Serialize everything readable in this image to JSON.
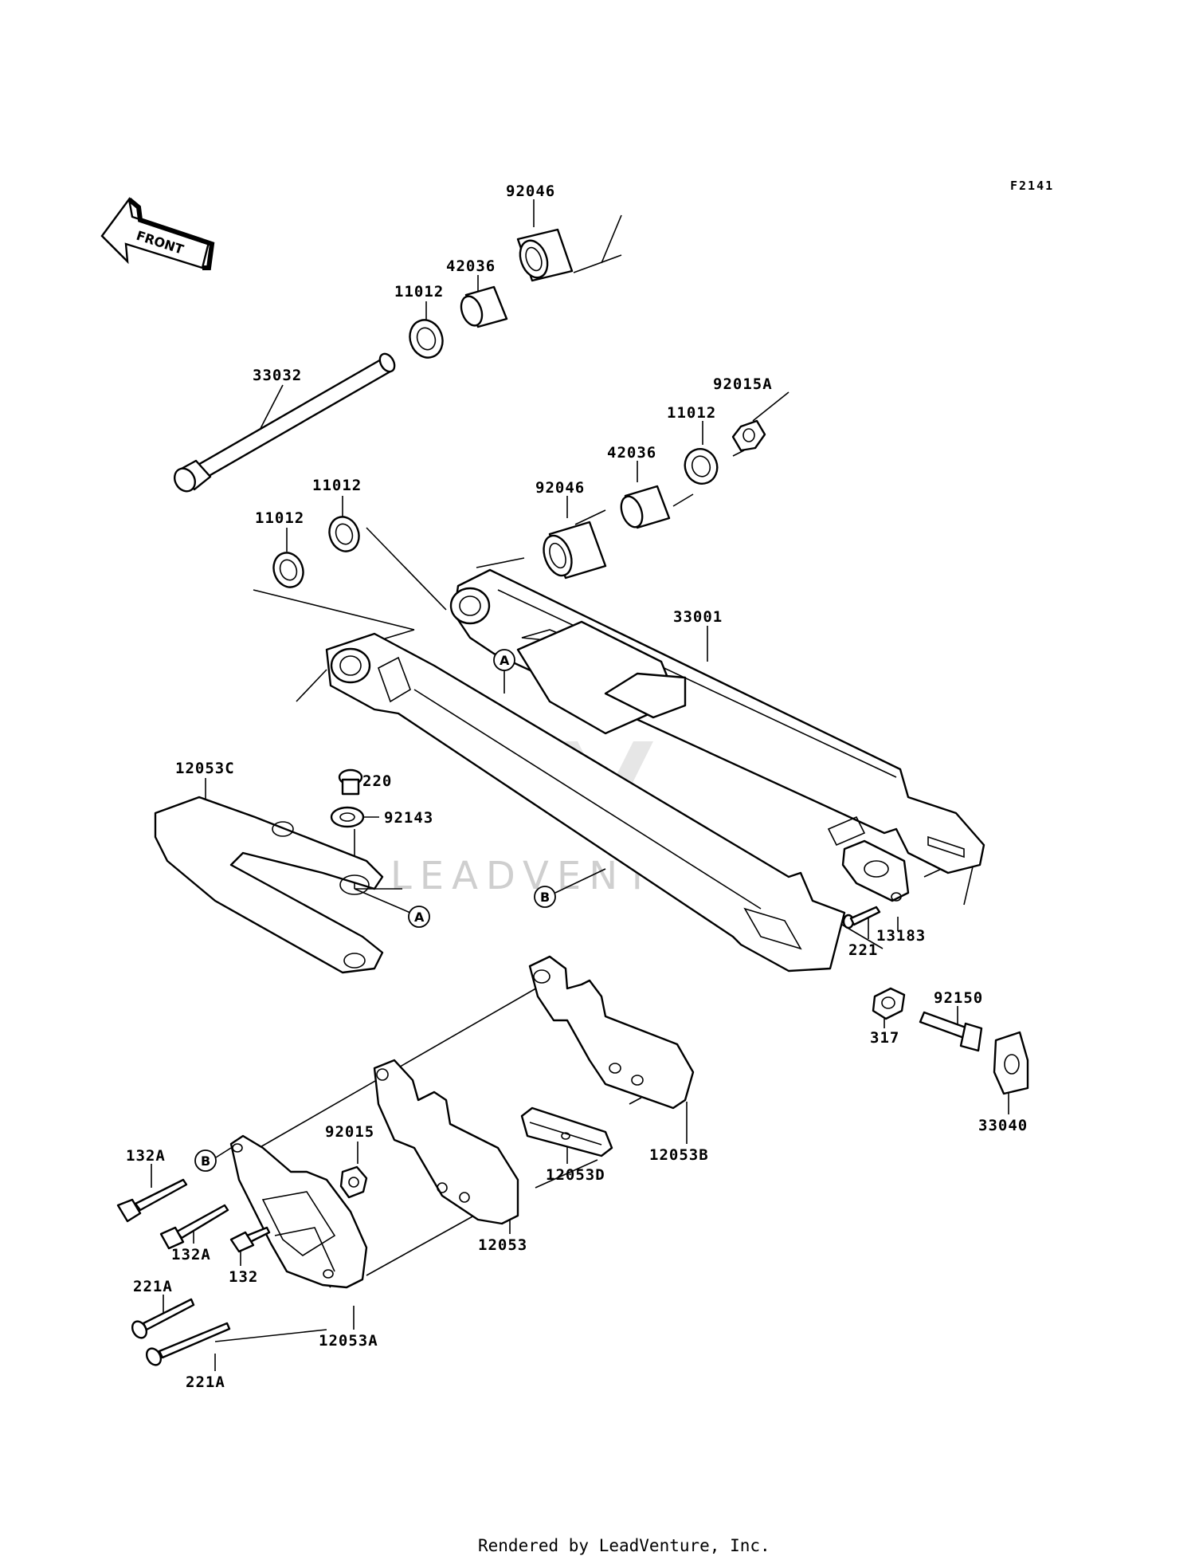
{
  "figure_code": "F2141",
  "front_arrow_label": "FRONT",
  "watermark_text": "LEADVENTURE",
  "footer": "Rendered by LeadVenture, Inc.",
  "parts": [
    {
      "id": "p92046a",
      "label": "92046"
    },
    {
      "id": "p42036a",
      "label": "42036"
    },
    {
      "id": "p11012a",
      "label": "11012"
    },
    {
      "id": "p33032",
      "label": "33032"
    },
    {
      "id": "p92015A",
      "label": "92015A"
    },
    {
      "id": "p11012b",
      "label": "11012"
    },
    {
      "id": "p42036b",
      "label": "42036"
    },
    {
      "id": "p92046b",
      "label": "92046"
    },
    {
      "id": "p11012c",
      "label": "11012"
    },
    {
      "id": "p11012d",
      "label": "11012"
    },
    {
      "id": "p33001",
      "label": "33001"
    },
    {
      "id": "p12053C",
      "label": "12053C"
    },
    {
      "id": "p220",
      "label": "220"
    },
    {
      "id": "p92143",
      "label": "92143"
    },
    {
      "id": "p13183",
      "label": "13183"
    },
    {
      "id": "p221",
      "label": "221"
    },
    {
      "id": "p92150",
      "label": "92150"
    },
    {
      "id": "p317",
      "label": "317"
    },
    {
      "id": "p33040",
      "label": "33040"
    },
    {
      "id": "p92015",
      "label": "92015"
    },
    {
      "id": "p12053B",
      "label": "12053B"
    },
    {
      "id": "p12053D",
      "label": "12053D"
    },
    {
      "id": "p12053",
      "label": "12053"
    },
    {
      "id": "p132Aa",
      "label": "132A"
    },
    {
      "id": "p132Ab",
      "label": "132A"
    },
    {
      "id": "p132",
      "label": "132"
    },
    {
      "id": "p221Aa",
      "label": "221A"
    },
    {
      "id": "p221Ab",
      "label": "221A"
    },
    {
      "id": "p12053A",
      "label": "12053A"
    }
  ],
  "callouts": [
    {
      "id": "cA1",
      "letter": "A"
    },
    {
      "id": "cA2",
      "letter": "A"
    },
    {
      "id": "cB1",
      "letter": "B"
    },
    {
      "id": "cB2",
      "letter": "B"
    }
  ]
}
